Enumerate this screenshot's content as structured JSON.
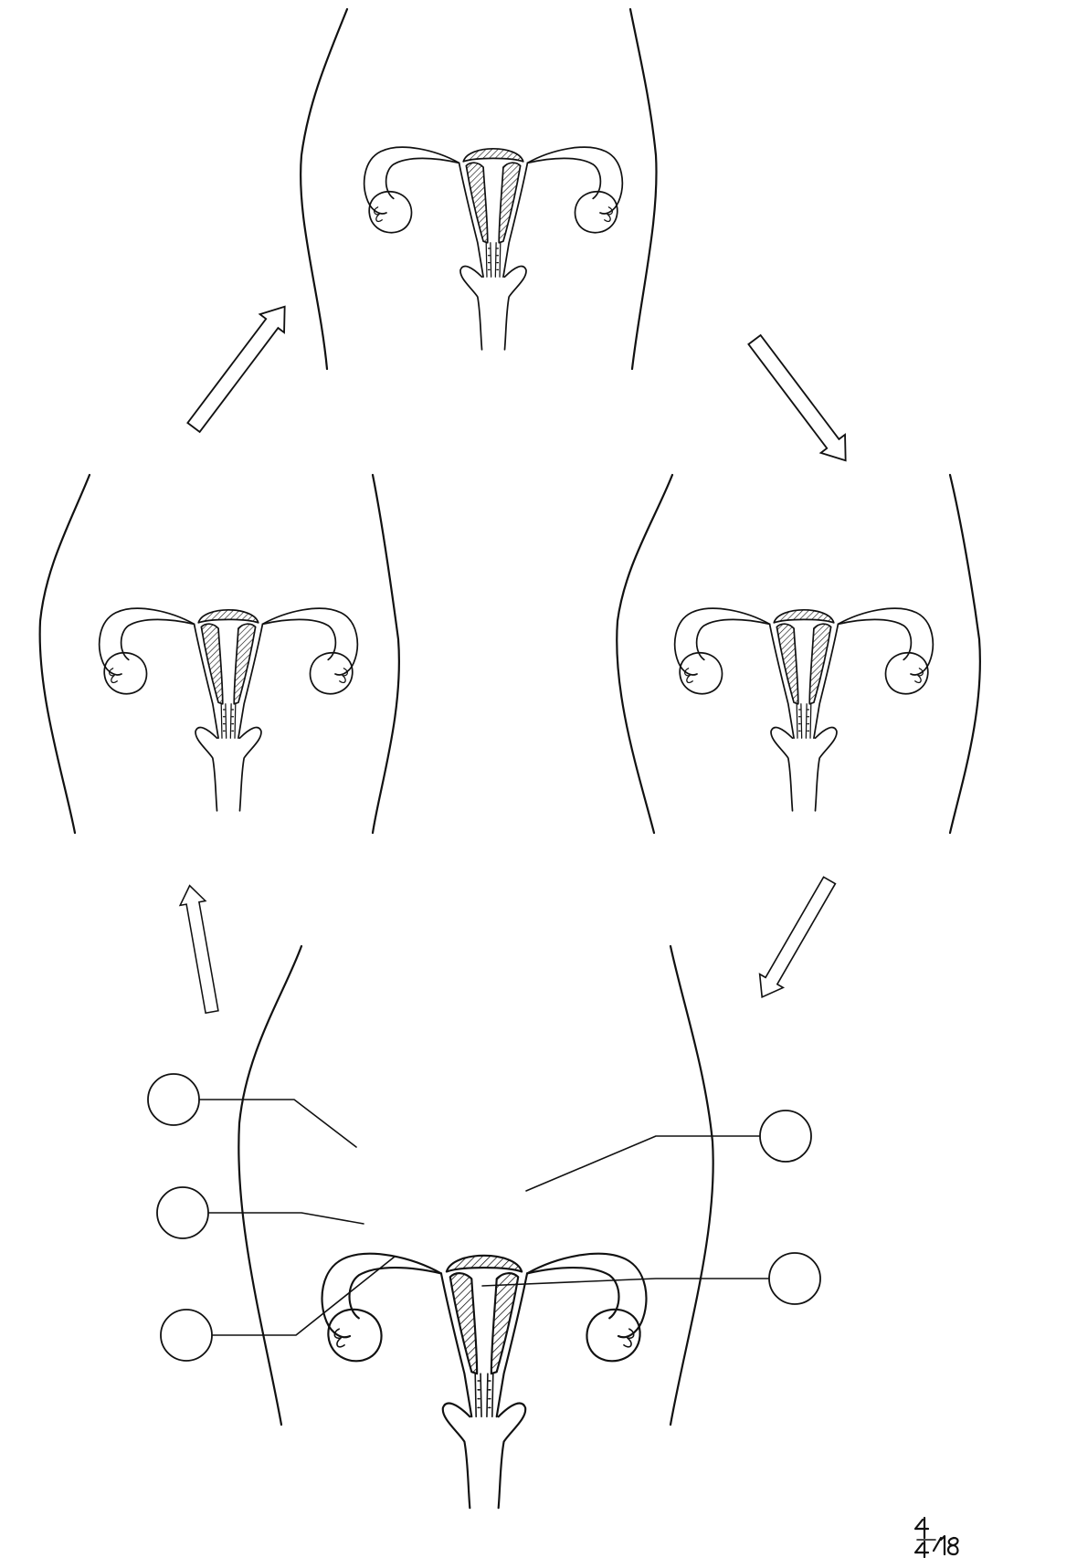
{
  "diagram": {
    "panels": [
      "top",
      "left",
      "right",
      "bottom"
    ],
    "flow_direction": "clockwise",
    "arrows": [
      "left-to-top",
      "top-to-right",
      "right-to-bottom",
      "bottom-to-left"
    ],
    "label_circles": {
      "left": [
        {
          "text": ""
        },
        {
          "text": ""
        },
        {
          "text": ""
        }
      ],
      "right": [
        {
          "text": ""
        },
        {
          "text": ""
        }
      ]
    },
    "signature": "4/4 18"
  }
}
